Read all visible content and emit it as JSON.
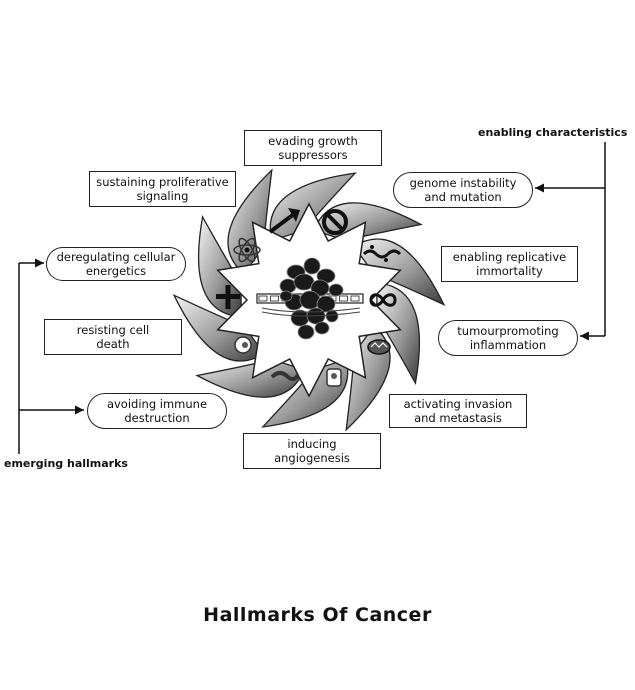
{
  "hallmarks": {
    "evading_growth_suppressors": "evading growth\nsuppressors",
    "sustaining_proliferative_signaling": "sustaining proliferative\nsignaling",
    "genome_instability": "genome instability\nand mutation",
    "deregulating_energetics": "deregulating cellular\nenergetics",
    "replicative_immortality": "enabling replicative\nimmortality",
    "resisting_cell_death": "resisting cell\ndeath",
    "tumour_inflammation": "tumourpromoting\ninflammation",
    "avoiding_immune_destruction": "avoiding immune\ndestruction",
    "invasion_metastasis": "activating invasion\nand metastasis",
    "inducing_angiogenesis": "inducing\nangiogenesis"
  },
  "labels": {
    "enabling_characteristics": "enabling characteristics",
    "emerging_hallmarks": "emerging hallmarks"
  },
  "caption": "Hallmarks Of Cancer"
}
